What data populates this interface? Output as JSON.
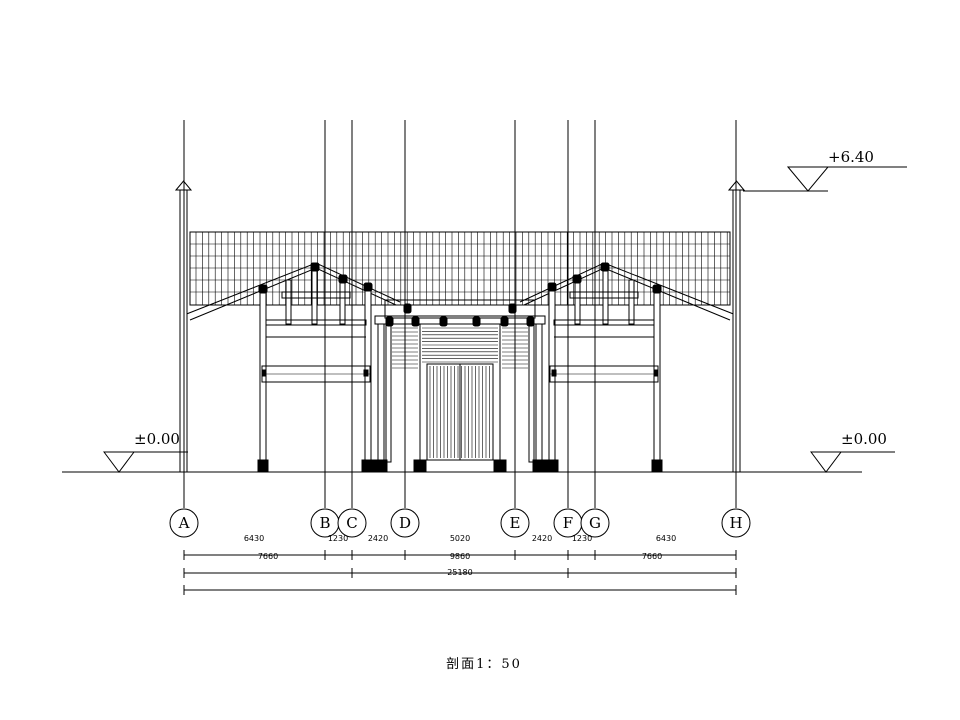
{
  "levels": {
    "top": "+6.40",
    "ground_left": "±0.00",
    "ground_right": "±0.00"
  },
  "axes": [
    "A",
    "B",
    "C",
    "D",
    "E",
    "F",
    "G",
    "H"
  ],
  "dimensions": {
    "row1": [
      "6430",
      "1230",
      "2420",
      "5020",
      "2420",
      "1230",
      "6430"
    ],
    "row2": [
      "7660",
      "9860",
      "7660"
    ],
    "row3": [
      "25180"
    ]
  },
  "caption": "剖面1：50"
}
